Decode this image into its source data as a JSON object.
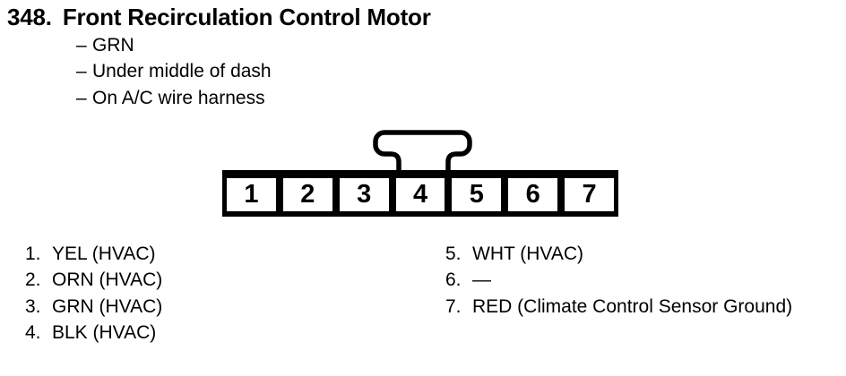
{
  "colors": {
    "ink": "#000000",
    "paper": "#ffffff"
  },
  "entry": {
    "number": "348.",
    "title": "Front Recirculation Control Motor"
  },
  "notes": [
    {
      "dash": "–",
      "text": "GRN"
    },
    {
      "dash": "–",
      "text": "Under middle of dash"
    },
    {
      "dash": "–",
      "text": "On A/C wire harness"
    }
  ],
  "connector": {
    "pins": [
      "1",
      "2",
      "3",
      "4",
      "5",
      "6",
      "7"
    ]
  },
  "pinout": {
    "left": [
      {
        "num": "1.",
        "label": "YEL (HVAC)"
      },
      {
        "num": "2.",
        "label": "ORN (HVAC)"
      },
      {
        "num": "3.",
        "label": "GRN (HVAC)"
      },
      {
        "num": "4.",
        "label": "BLK (HVAC)"
      }
    ],
    "right": [
      {
        "num": "5.",
        "label": "WHT (HVAC)"
      },
      {
        "num": "6.",
        "label": "—"
      },
      {
        "num": "7.",
        "label": "RED (Climate Control Sensor Ground)"
      }
    ]
  }
}
